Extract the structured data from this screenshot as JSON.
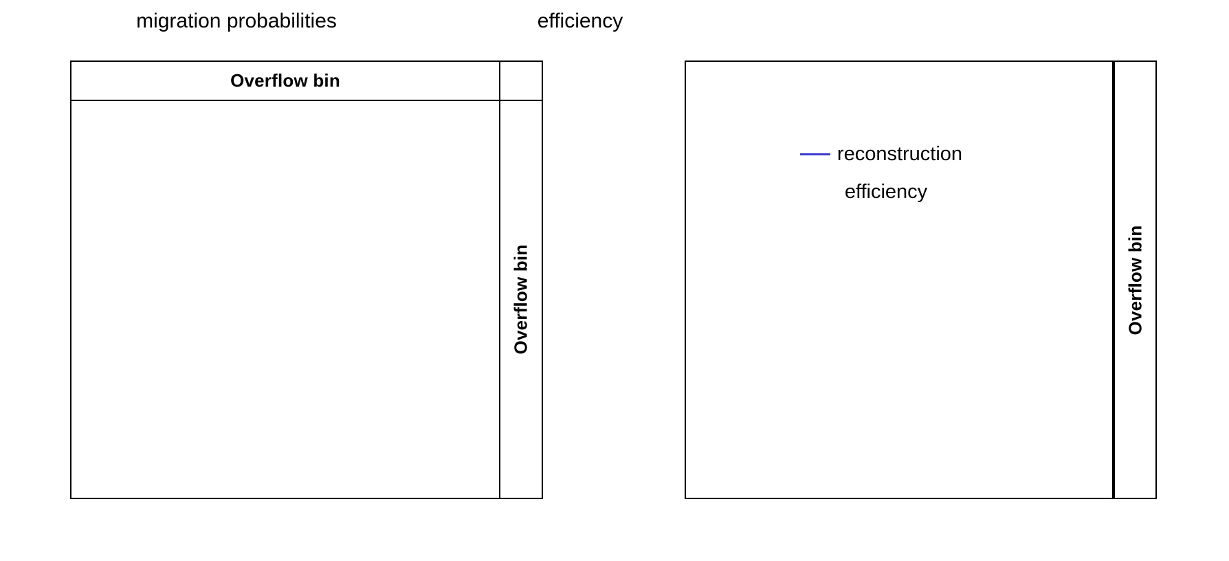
{
  "figure": {
    "background_color": "#ffffff",
    "panels": [
      {
        "id": "migration-probabilities",
        "title": "migration probabilities",
        "header_label": "Overflow bin",
        "overflow_label": "Overflow bin",
        "has_header_strip": true,
        "has_legend": false
      },
      {
        "id": "efficiency",
        "title": "efficiency",
        "header_label": "",
        "overflow_label": "Overflow bin",
        "has_header_strip": false,
        "has_legend": true
      }
    ]
  },
  "legend": {
    "line_color": "#3a3ad0",
    "entries": [
      {
        "marker": "line",
        "label": "reconstruction"
      },
      {
        "marker": "none",
        "label": "efficiency"
      }
    ],
    "entry_1_label": "reconstruction",
    "entry_2_label": "efficiency"
  },
  "chart_data": {
    "type": "heatmap",
    "title": "migration probabilities / efficiency",
    "panels": [
      {
        "title": "migration probabilities",
        "type": "heatmap",
        "xlabel": "",
        "ylabel": "",
        "annotations": [
          "Overflow bin",
          "Overflow bin"
        ],
        "grid": false,
        "legend": null,
        "cells": [],
        "note": "Empty 2D migration matrix frame; axes unlabelled, no data drawn."
      },
      {
        "title": "efficiency",
        "type": "line",
        "xlabel": "",
        "ylabel": "",
        "annotations": [
          "Overflow bin"
        ],
        "grid": false,
        "legend": {
          "position": "center-left",
          "entries": [
            "reconstruction",
            "efficiency"
          ]
        },
        "series": [
          {
            "name": "reconstruction efficiency",
            "color": "#3a3ad0",
            "values": []
          }
        ],
        "note": "Empty efficiency frame; only the legend key is drawn, no curve data visible."
      }
    ]
  }
}
